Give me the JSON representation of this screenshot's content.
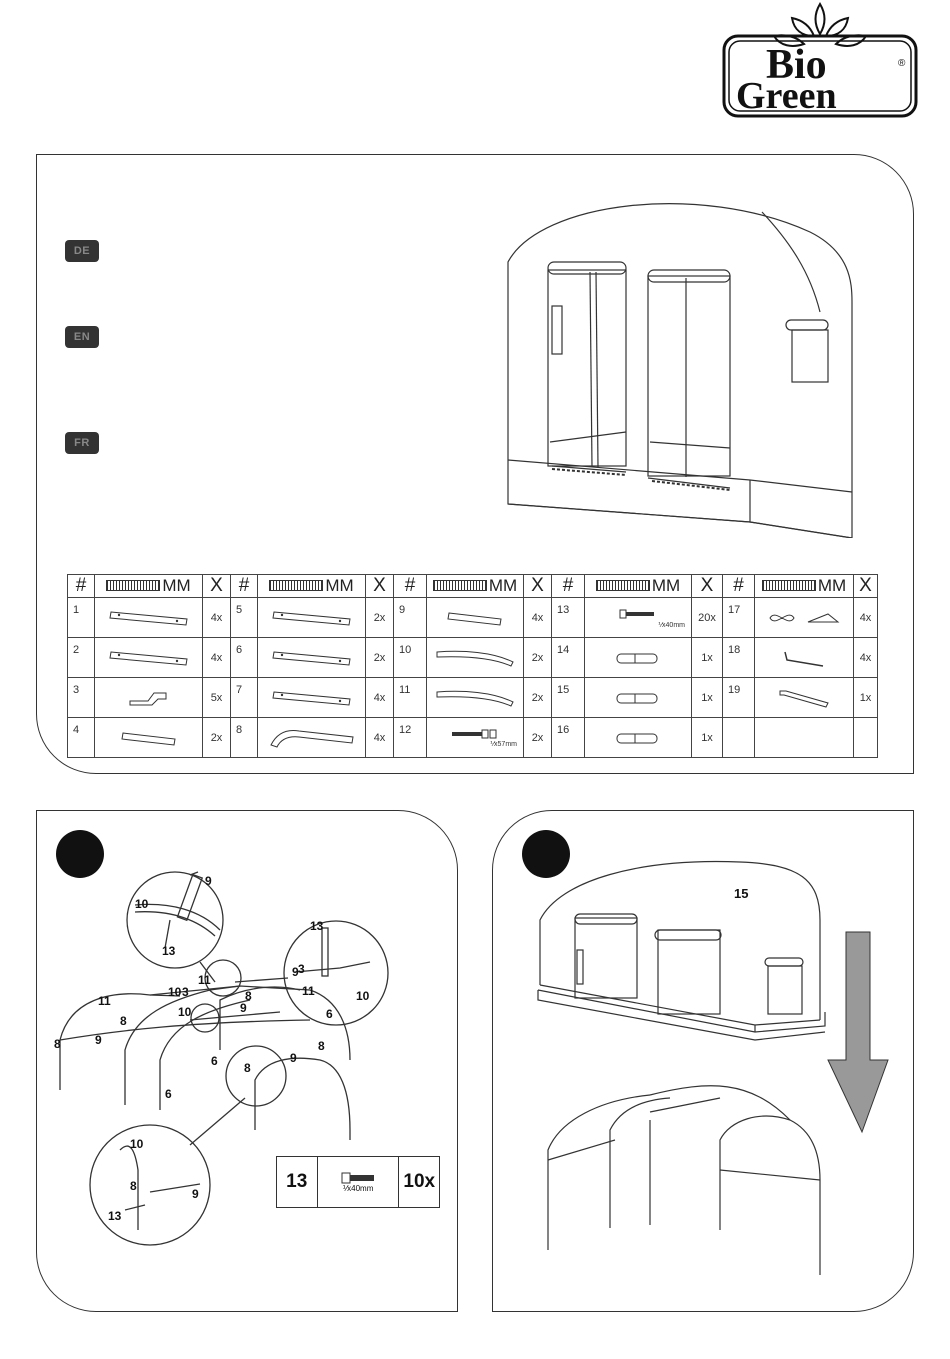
{
  "logo": {
    "line1": "Bio",
    "line2": "Green",
    "mark": "®"
  },
  "languages": [
    "DE",
    "EN",
    "FR"
  ],
  "parts_table": {
    "headers": {
      "num": "#",
      "mm": "MM",
      "qty": "X"
    },
    "rows": [
      [
        {
          "n": "1",
          "q": "4x",
          "icon": "long-tube-holes-icon"
        },
        {
          "n": "5",
          "q": "2x",
          "icon": "long-tube-holes-icon"
        },
        {
          "n": "9",
          "q": "4x",
          "icon": "short-tube-icon"
        },
        {
          "n": "13",
          "q": "20x",
          "icon": "bolt-icon",
          "note": "⅟x40mm"
        },
        {
          "n": "17",
          "q": "4x",
          "icon": "peg-loop-icon"
        }
      ],
      [
        {
          "n": "2",
          "q": "4x",
          "icon": "long-tube-holes-icon"
        },
        {
          "n": "6",
          "q": "2x",
          "icon": "long-tube-holes-icon"
        },
        {
          "n": "10",
          "q": "2x",
          "icon": "curved-tube-icon"
        },
        {
          "n": "14",
          "q": "1x",
          "icon": "short-tube-joint-icon"
        },
        {
          "n": "18",
          "q": "4x",
          "icon": "hook-icon"
        }
      ],
      [
        {
          "n": "3",
          "q": "5x",
          "icon": "bracket-icon"
        },
        {
          "n": "7",
          "q": "4x",
          "icon": "long-tube-holes-icon"
        },
        {
          "n": "11",
          "q": "2x",
          "icon": "curved-tube-icon"
        },
        {
          "n": "15",
          "q": "1x",
          "icon": "short-tube-joint-icon"
        },
        {
          "n": "19",
          "q": "1x",
          "icon": "allen-key-icon"
        }
      ],
      [
        {
          "n": "4",
          "q": "2x",
          "icon": "short-tube-icon"
        },
        {
          "n": "8",
          "q": "4x",
          "icon": "elbow-tube-icon"
        },
        {
          "n": "12",
          "q": "2x",
          "icon": "long-bolt-icon",
          "note": "⅟x57mm"
        },
        {
          "n": "16",
          "q": "1x",
          "icon": "short-tube-joint-icon"
        },
        {
          "n": "",
          "q": "",
          "icon": ""
        }
      ]
    ]
  },
  "step1": {
    "callouts": [
      "9",
      "10",
      "13",
      "11",
      "3",
      "10",
      "9",
      "8",
      "11",
      "8",
      "9",
      "8",
      "10",
      "9",
      "6",
      "8",
      "9",
      "8",
      "6",
      "13",
      "3",
      "11",
      "10",
      "6",
      "10",
      "8",
      "13",
      "9"
    ],
    "bolt_box": {
      "part": "13",
      "size": "⅟x40mm",
      "qty": "10x"
    }
  },
  "step2": {
    "callouts": [
      "15"
    ]
  }
}
